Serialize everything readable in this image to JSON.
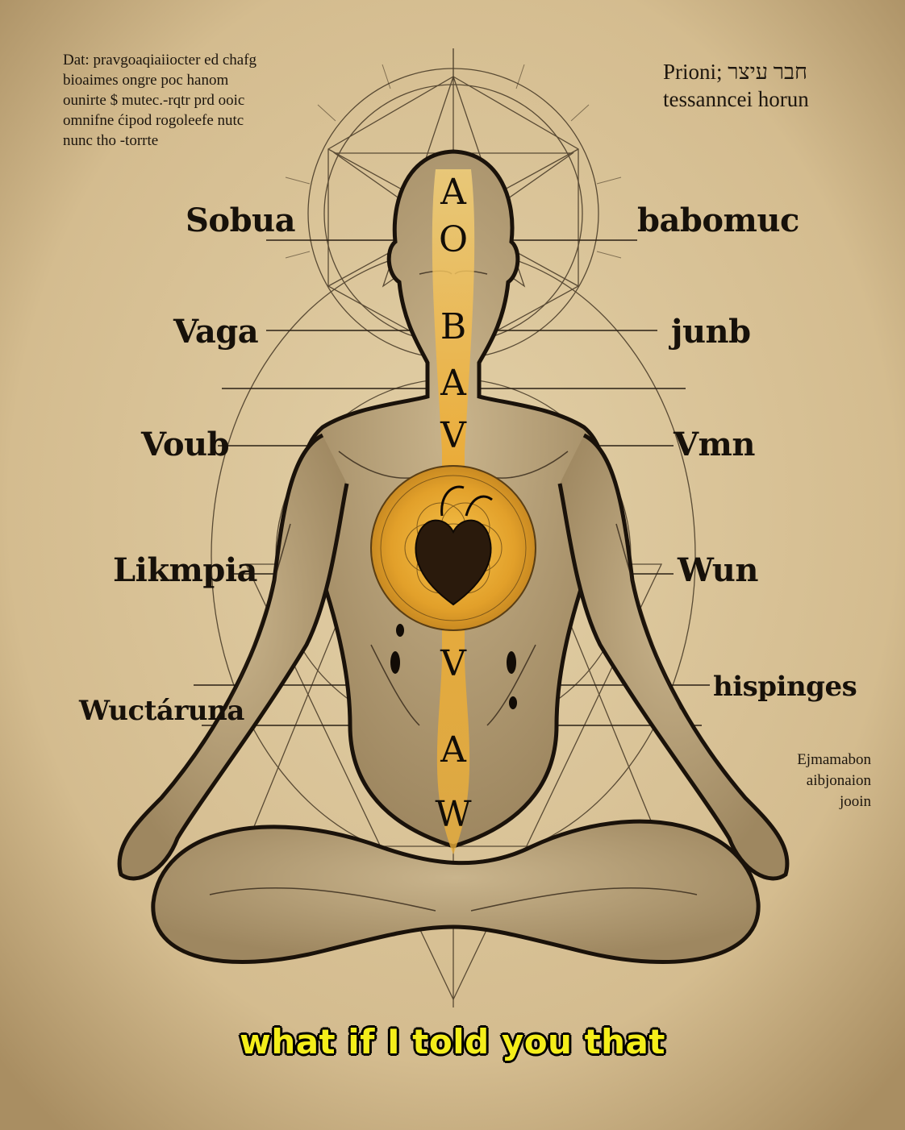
{
  "notes": {
    "top_left": [
      "Dat: pravgoaqiaiiocter ed chafg",
      "bioaimes ongre poc hanom",
      "ounirte $ mutec.-rqtr prd ooic",
      "omnifne ćipod rogoleefe nutc",
      "nunc tho -torrte"
    ],
    "top_right": [
      "Prioni; חבר עיצר",
      "tessanncei horun"
    ],
    "bottom_right": [
      "Ejmamabon",
      "aibjonaion",
      "jooin"
    ]
  },
  "labels": {
    "left": [
      "Sobua",
      "Vaga",
      "Voub",
      "Likmpia",
      "Wuctáruna"
    ],
    "right": [
      "babomuc",
      "junb",
      "Vmn",
      "Wun",
      "hispinges"
    ]
  },
  "chakra_letters": [
    "A",
    "O",
    "B",
    "A",
    "V",
    "V",
    "A",
    "W"
  ],
  "subtitle": "what if I told you that",
  "colors": {
    "parchment": "#d9c398",
    "ink": "#17110a",
    "glow": "#f2b42c",
    "subtitle": "#f4ee1a"
  }
}
